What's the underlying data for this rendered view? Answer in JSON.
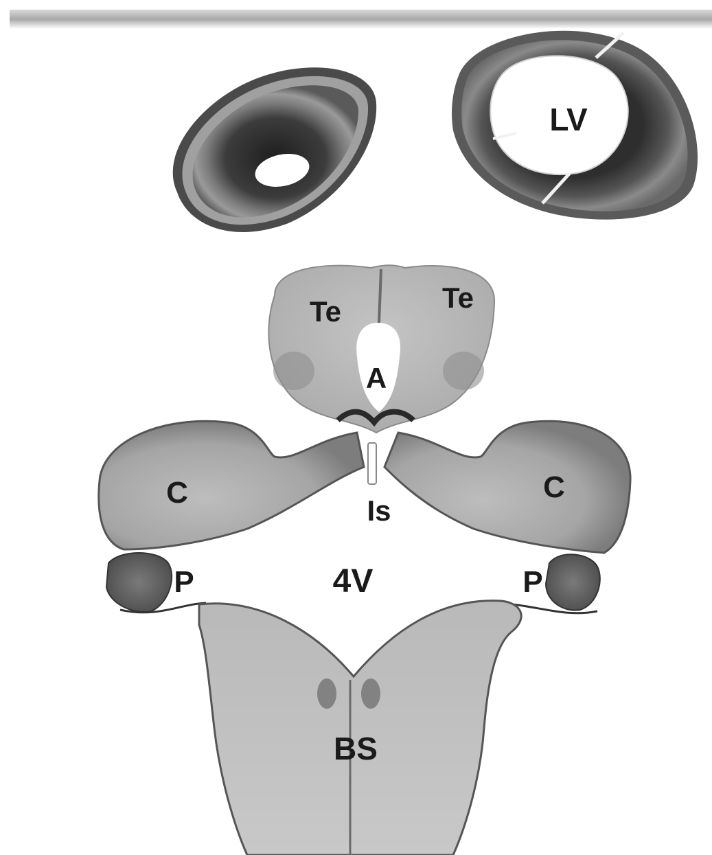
{
  "labels": {
    "lateral_ventricle": "LV",
    "tectum_left": "Te",
    "tectum_right": "Te",
    "aqueduct": "A",
    "isthmus": "Is",
    "cerebellum_left": "C",
    "cerebellum_right": "C",
    "choroid_plexus_left": "P",
    "choroid_plexus_right": "P",
    "fourth_ventricle": "4V",
    "brainstem": "BS"
  }
}
